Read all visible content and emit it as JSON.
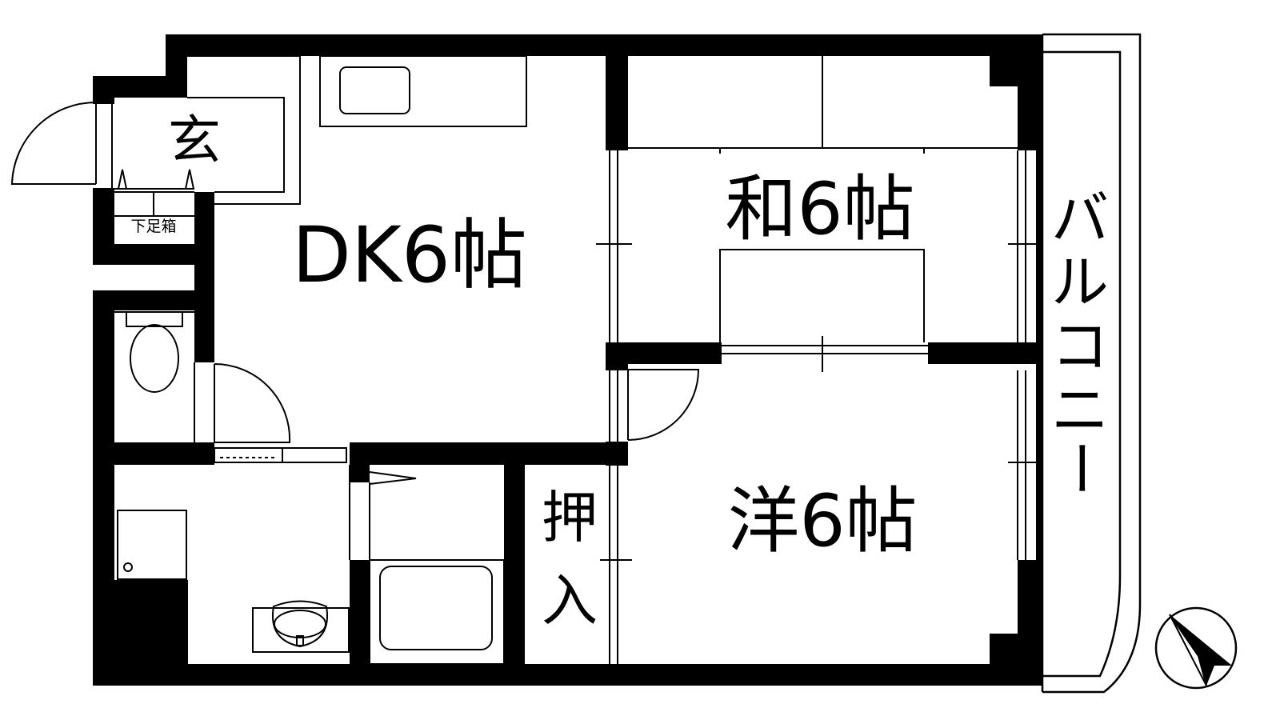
{
  "rooms": {
    "entrance": "玄",
    "shoe_box": "下足箱",
    "dk": "DK6帖",
    "washitsu": "和6帖",
    "yoshitsu": "洋6帖",
    "oshiire_1": "押",
    "oshiire_2": "入",
    "balcony": [
      "バ",
      "ル",
      "コ",
      "ニ",
      "ー"
    ]
  },
  "colors": {
    "wall": "#000000",
    "background": "#ffffff",
    "line": "#000000"
  },
  "icons": [
    "compass-north-arrow-icon",
    "toilet-icon",
    "washbasin-icon",
    "bathtub-icon",
    "kitchen-sink-icon",
    "washing-machine-pan-icon"
  ]
}
